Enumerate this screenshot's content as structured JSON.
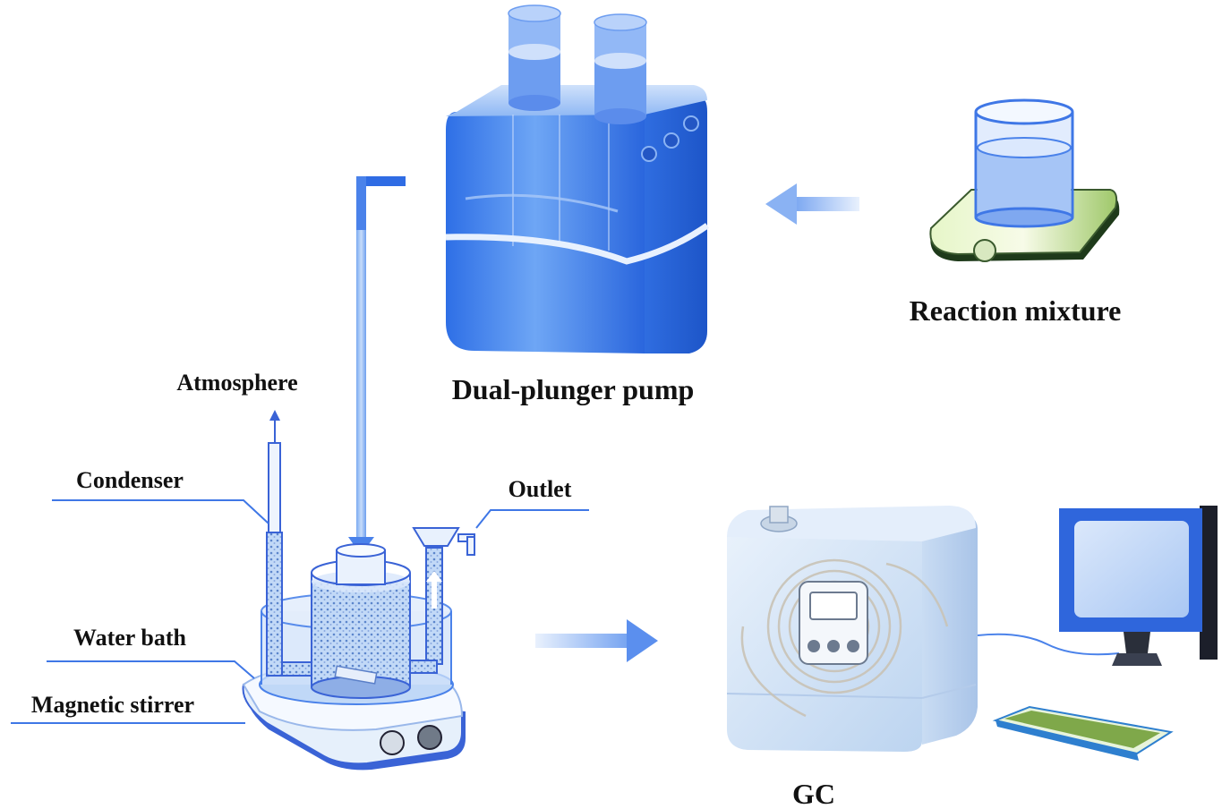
{
  "labels": {
    "atmosphere": "Atmosphere",
    "condenser": "Condenser",
    "outlet": "Outlet",
    "water_bath": "Water bath",
    "magnetic_stirrer": "Magnetic stirrer",
    "pump": "Dual-plunger pump",
    "reaction_mixture": "Reaction mixture",
    "gc": "GC"
  },
  "colors": {
    "accent": "#1e63e6",
    "pump_body": "#4f8df0",
    "glass": "#bcd6f8",
    "gc_body": "#d6e6f8",
    "keyboard": "#7fa84a"
  }
}
